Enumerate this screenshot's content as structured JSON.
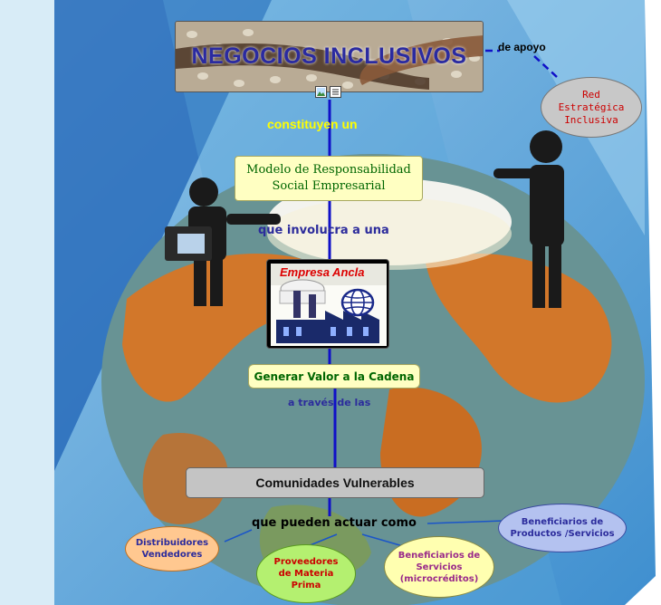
{
  "title": "NEGOCIOS INCLUSIVOS",
  "nodes": {
    "modelo": "Modelo de Responsabilidad Social Empresarial",
    "empresa_ancla": "Empresa Ancla",
    "generar_valor": "Generar Valor a la Cadena",
    "comunidades": "Comunidades Vulnerables",
    "red": "Red Estratégica Inclusiva",
    "distribuidores": "Distribuidores Vendedores",
    "proveedores": "Proveedores de Materia Prima",
    "beneficiarios_servicios": "Beneficiarios de Servicios (microcréditos)",
    "beneficiarios_productos": "Beneficiarios de Productos /Servicios"
  },
  "connectors": {
    "de_apoyo": "de apoyo",
    "constituyen_un": "constituyen un",
    "que_involucra": "que involucra a una",
    "a_traves": "a través de las",
    "que_pueden": "que pueden actuar como"
  },
  "icons": [
    "image-icon",
    "notes-icon",
    "globe-icon",
    "factory-icon"
  ],
  "colors": {
    "title_text": "#2a2aa0",
    "connector_line": "#1010c8",
    "yellow_node": "#ffffc2",
    "orange_node": "#ffc890",
    "green_node": "#b4f070",
    "lavender_node": "#b4c2f0",
    "gray_node": "#c0c0c0",
    "red_text": "#cc0000"
  }
}
